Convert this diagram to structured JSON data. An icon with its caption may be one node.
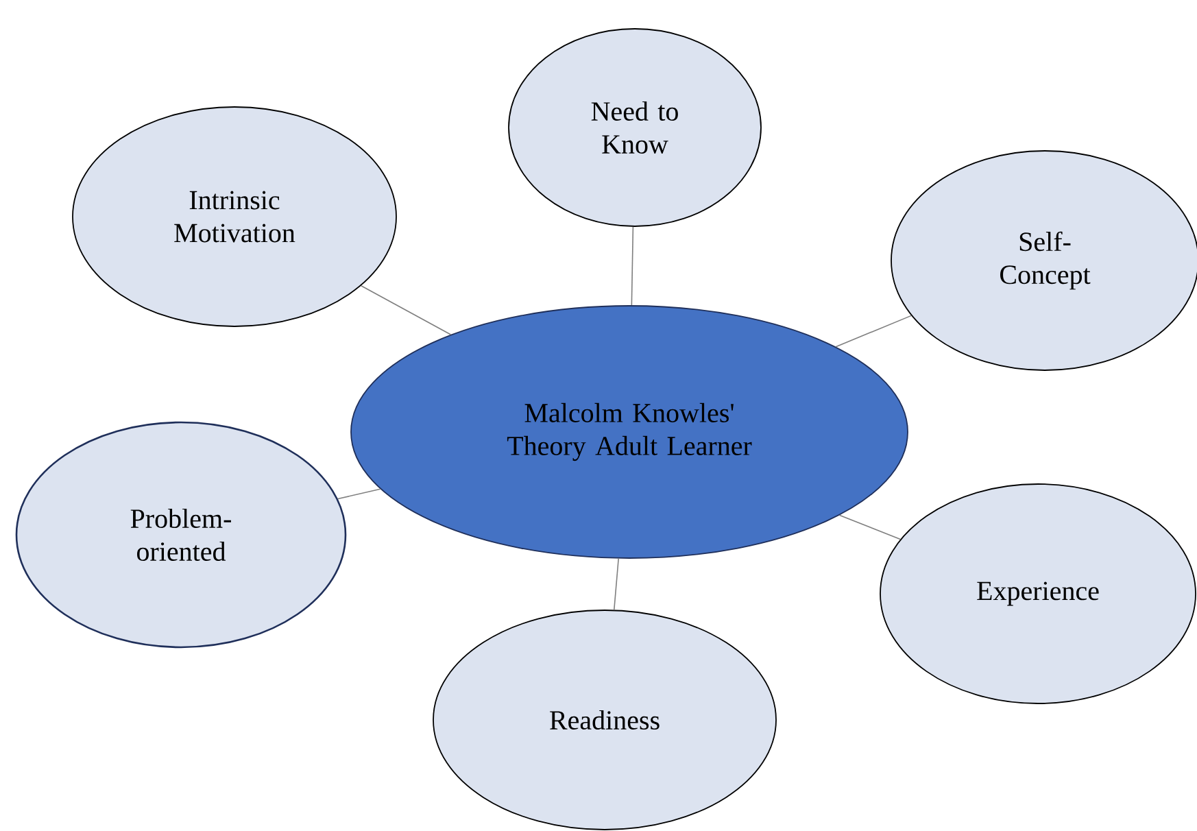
{
  "diagram": {
    "nodes": [
      {
        "text": [
          "Need to Know"
        ]
      },
      {
        "text": [
          "Intrinsic Motivation"
        ]
      },
      {
        "text": [
          "Self-Concept"
        ]
      },
      {
        "text": [
          "Malcolm Knowles' Theory Adult Learner"
        ]
      },
      {
        "text": [
          "Problem-oriented"
        ]
      },
      {
        "text": [
          "Experience"
        ]
      },
      {
        "text": [
          "Readiness"
        ]
      }
    ],
    "edges": [
      {
        "from": 3,
        "to": 0,
        "arrow": "none"
      },
      {
        "from": 3,
        "to": 1,
        "arrow": "none"
      },
      {
        "from": 3,
        "to": 2,
        "arrow": "none"
      },
      {
        "from": 3,
        "to": 4,
        "arrow": "none"
      },
      {
        "from": 3,
        "to": 5,
        "arrow": "none"
      },
      {
        "from": 3,
        "to": 6,
        "arrow": "none"
      }
    ]
  }
}
